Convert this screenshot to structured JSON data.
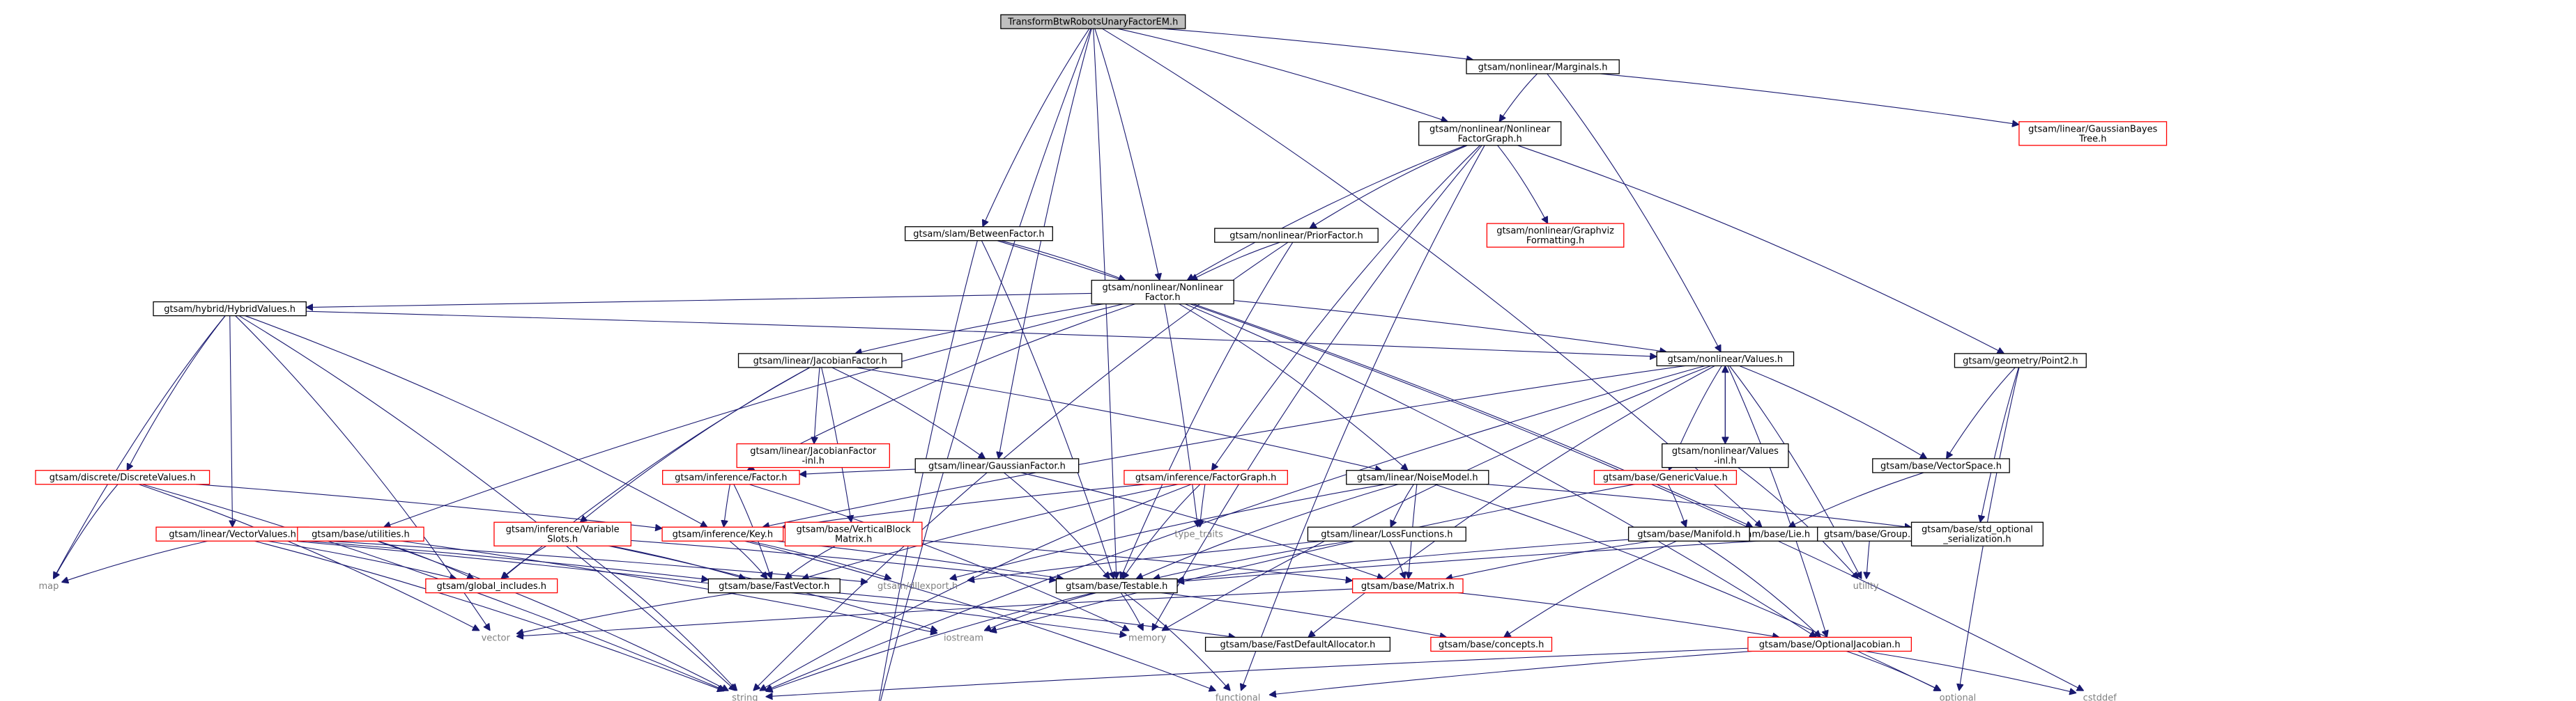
{
  "colors": {
    "edge": "#191970",
    "root_fill": "#bfbfbf",
    "missing_border": "#ff0000",
    "system_text": "#808080"
  },
  "nodes": {
    "root": {
      "lines": [
        "TransformBtwRobotsUnaryFactorEM.h"
      ],
      "kind": "root"
    },
    "ostream": {
      "lines": [
        "ostream"
      ],
      "kind": "system"
    },
    "marginals": {
      "lines": [
        "gtsam/nonlinear/Marginals.h"
      ],
      "kind": "normal"
    },
    "nlfg": {
      "lines": [
        "gtsam/nonlinear/Nonlinear",
        "FactorGraph.h"
      ],
      "kind": "normal"
    },
    "gbtree": {
      "lines": [
        "gtsam/linear/GaussianBayes",
        "Tree.h"
      ],
      "kind": "missing"
    },
    "between": {
      "lines": [
        "gtsam/slam/BetweenFactor.h"
      ],
      "kind": "normal"
    },
    "prior": {
      "lines": [
        "gtsam/nonlinear/PriorFactor.h"
      ],
      "kind": "normal"
    },
    "graphviz": {
      "lines": [
        "gtsam/nonlinear/Graphviz",
        "Formatting.h"
      ],
      "kind": "missing"
    },
    "nlfactor": {
      "lines": [
        "gtsam/nonlinear/Nonlinear",
        "Factor.h"
      ],
      "kind": "normal"
    },
    "hybrid": {
      "lines": [
        "gtsam/hybrid/HybridValues.h"
      ],
      "kind": "normal"
    },
    "values": {
      "lines": [
        "gtsam/nonlinear/Values.h"
      ],
      "kind": "normal"
    },
    "point2": {
      "lines": [
        "gtsam/geometry/Point2.h"
      ],
      "kind": "normal"
    },
    "jacobian": {
      "lines": [
        "gtsam/linear/JacobianFactor.h"
      ],
      "kind": "normal"
    },
    "jacobianinl": {
      "lines": [
        "gtsam/linear/JacobianFactor",
        "-inl.h"
      ],
      "kind": "missing"
    },
    "gaussian": {
      "lines": [
        "gtsam/linear/GaussianFactor.h"
      ],
      "kind": "normal"
    },
    "valuesinl": {
      "lines": [
        "gtsam/nonlinear/Values",
        "-inl.h"
      ],
      "kind": "normal"
    },
    "vectorspace": {
      "lines": [
        "gtsam/base/VectorSpace.h"
      ],
      "kind": "normal"
    },
    "discrete": {
      "lines": [
        "gtsam/discrete/DiscreteValues.h"
      ],
      "kind": "missing"
    },
    "factor": {
      "lines": [
        "gtsam/inference/Factor.h"
      ],
      "kind": "missing"
    },
    "factorgraph": {
      "lines": [
        "gtsam/inference/FactorGraph.h"
      ],
      "kind": "missing"
    },
    "noisemodel": {
      "lines": [
        "gtsam/linear/NoiseModel.h"
      ],
      "kind": "normal"
    },
    "genericvalue": {
      "lines": [
        "gtsam/base/GenericValue.h"
      ],
      "kind": "missing"
    },
    "lie": {
      "lines": [
        "gtsam/base/Lie.h"
      ],
      "kind": "normal"
    },
    "vectorvalues": {
      "lines": [
        "gtsam/linear/VectorValues.h"
      ],
      "kind": "missing"
    },
    "utilities": {
      "lines": [
        "gtsam/base/utilities.h"
      ],
      "kind": "missing"
    },
    "varslots": {
      "lines": [
        "gtsam/inference/Variable",
        "Slots.h"
      ],
      "kind": "missing"
    },
    "key": {
      "lines": [
        "gtsam/inference/Key.h"
      ],
      "kind": "missing"
    },
    "vblock": {
      "lines": [
        "gtsam/base/VerticalBlock",
        "Matrix.h"
      ],
      "kind": "missing"
    },
    "typetraits": {
      "lines": [
        "type_traits"
      ],
      "kind": "system"
    },
    "lossfn": {
      "lines": [
        "gtsam/linear/LossFunctions.h"
      ],
      "kind": "normal"
    },
    "manifold": {
      "lines": [
        "gtsam/base/Manifold.h"
      ],
      "kind": "normal"
    },
    "group": {
      "lines": [
        "gtsam/base/Group.h"
      ],
      "kind": "normal"
    },
    "stdopt": {
      "lines": [
        "gtsam/base/std_optional",
        "_serialization.h"
      ],
      "kind": "normal"
    },
    "map": {
      "lines": [
        "map"
      ],
      "kind": "system"
    },
    "globalinc": {
      "lines": [
        "gtsam/global_includes.h"
      ],
      "kind": "missing"
    },
    "fastvector": {
      "lines": [
        "gtsam/base/FastVector.h"
      ],
      "kind": "normal"
    },
    "dllexport": {
      "lines": [
        "gtsam/dllexport.h"
      ],
      "kind": "system"
    },
    "testable": {
      "lines": [
        "gtsam/base/Testable.h"
      ],
      "kind": "normal"
    },
    "matrix": {
      "lines": [
        "gtsam/base/Matrix.h"
      ],
      "kind": "missing"
    },
    "utility": {
      "lines": [
        "utility"
      ],
      "kind": "system"
    },
    "vector": {
      "lines": [
        "vector"
      ],
      "kind": "system"
    },
    "iostream": {
      "lines": [
        "iostream"
      ],
      "kind": "system"
    },
    "memory": {
      "lines": [
        "memory"
      ],
      "kind": "system"
    },
    "fastalloc": {
      "lines": [
        "gtsam/base/FastDefaultAllocator.h"
      ],
      "kind": "normal"
    },
    "concepts": {
      "lines": [
        "gtsam/base/concepts.h"
      ],
      "kind": "missing"
    },
    "optjac": {
      "lines": [
        "gtsam/base/OptionalJacobian.h"
      ],
      "kind": "missing"
    },
    "string": {
      "lines": [
        "string"
      ],
      "kind": "system"
    },
    "functional": {
      "lines": [
        "functional"
      ],
      "kind": "system"
    },
    "optional": {
      "lines": [
        "optional"
      ],
      "kind": "system"
    },
    "cstddef": {
      "lines": [
        "cstddef"
      ],
      "kind": "system"
    }
  },
  "edges": [
    [
      "root",
      "ostream"
    ],
    [
      "root",
      "marginals"
    ],
    [
      "root",
      "nlfg"
    ],
    [
      "root",
      "between"
    ],
    [
      "root",
      "nlfactor"
    ],
    [
      "root",
      "gaussian"
    ],
    [
      "root",
      "testable"
    ],
    [
      "root",
      "lie"
    ],
    [
      "marginals",
      "nlfg"
    ],
    [
      "marginals",
      "gbtree"
    ],
    [
      "marginals",
      "values"
    ],
    [
      "nlfg",
      "prior"
    ],
    [
      "nlfg",
      "graphviz"
    ],
    [
      "nlfg",
      "nlfactor"
    ],
    [
      "nlfg",
      "factorgraph"
    ],
    [
      "nlfg",
      "point2"
    ],
    [
      "nlfg",
      "memory"
    ],
    [
      "nlfg",
      "functional"
    ],
    [
      "between",
      "ostream"
    ],
    [
      "between",
      "nlfactor"
    ],
    [
      "between",
      "testable"
    ],
    [
      "between",
      "lie"
    ],
    [
      "prior",
      "nlfactor"
    ],
    [
      "prior",
      "testable"
    ],
    [
      "prior",
      "string"
    ],
    [
      "nlfactor",
      "hybrid"
    ],
    [
      "nlfactor",
      "values"
    ],
    [
      "nlfactor",
      "jacobian"
    ],
    [
      "nlfactor",
      "factor"
    ],
    [
      "nlfactor",
      "noisemodel"
    ],
    [
      "nlfactor",
      "utilities"
    ],
    [
      "nlfactor",
      "typetraits"
    ],
    [
      "nlfactor",
      "optjac"
    ],
    [
      "nlfactor",
      "cstddef"
    ],
    [
      "hybrid",
      "values"
    ],
    [
      "hybrid",
      "discrete"
    ],
    [
      "hybrid",
      "vectorvalues"
    ],
    [
      "hybrid",
      "key"
    ],
    [
      "hybrid",
      "map"
    ],
    [
      "hybrid",
      "vector"
    ],
    [
      "hybrid",
      "string"
    ],
    [
      "values",
      "valuesinl"
    ],
    [
      "values",
      "vectorspace"
    ],
    [
      "values",
      "genericvalue"
    ],
    [
      "values",
      "key"
    ],
    [
      "values",
      "string"
    ],
    [
      "values",
      "utility"
    ],
    [
      "values",
      "memory"
    ],
    [
      "values",
      "fastalloc"
    ],
    [
      "values",
      "optjac"
    ],
    [
      "valuesinl",
      "values"
    ],
    [
      "valuesinl",
      "utility"
    ],
    [
      "point2",
      "vectorspace"
    ],
    [
      "point2",
      "stdopt"
    ],
    [
      "point2",
      "optional"
    ],
    [
      "vectorspace",
      "lie"
    ],
    [
      "jacobian",
      "jacobianinl"
    ],
    [
      "jacobian",
      "gaussian"
    ],
    [
      "jacobian",
      "noisemodel"
    ],
    [
      "jacobian",
      "varslots"
    ],
    [
      "jacobian",
      "vblock"
    ],
    [
      "jacobian",
      "globalinc"
    ],
    [
      "gaussian",
      "factor"
    ],
    [
      "gaussian",
      "testable"
    ],
    [
      "gaussian",
      "matrix"
    ],
    [
      "factor",
      "key"
    ],
    [
      "factor",
      "fastvector"
    ],
    [
      "factor",
      "memory"
    ],
    [
      "factorgraph",
      "key"
    ],
    [
      "factorgraph",
      "fastvector"
    ],
    [
      "factorgraph",
      "testable"
    ],
    [
      "factorgraph",
      "typetraits"
    ],
    [
      "factorgraph",
      "string"
    ],
    [
      "noisemodel",
      "lossfn"
    ],
    [
      "noisemodel",
      "testable"
    ],
    [
      "noisemodel",
      "matrix"
    ],
    [
      "noisemodel",
      "dllexport"
    ],
    [
      "noisemodel",
      "stdopt"
    ],
    [
      "noisemodel",
      "optional"
    ],
    [
      "lossfn",
      "testable"
    ],
    [
      "lossfn",
      "matrix"
    ],
    [
      "lossfn",
      "dllexport"
    ],
    [
      "genericvalue",
      "manifold"
    ],
    [
      "genericvalue",
      "iostream"
    ],
    [
      "lie",
      "manifold"
    ],
    [
      "lie",
      "group"
    ],
    [
      "manifold",
      "matrix"
    ],
    [
      "manifold",
      "testable"
    ],
    [
      "manifold",
      "optjac"
    ],
    [
      "manifold",
      "concepts"
    ],
    [
      "group",
      "testable"
    ],
    [
      "group",
      "utility"
    ],
    [
      "discrete",
      "key"
    ],
    [
      "discrete",
      "map"
    ],
    [
      "discrete",
      "vector"
    ],
    [
      "discrete",
      "string"
    ],
    [
      "vectorvalues",
      "map"
    ],
    [
      "vectorvalues",
      "globalinc"
    ],
    [
      "vectorvalues",
      "fastvector"
    ],
    [
      "vectorvalues",
      "dllexport"
    ],
    [
      "vectorvalues",
      "string"
    ],
    [
      "vectorvalues",
      "memory"
    ],
    [
      "utilities",
      "globalinc"
    ],
    [
      "utilities",
      "string"
    ],
    [
      "utilities",
      "iostream"
    ],
    [
      "varslots",
      "globalinc"
    ],
    [
      "varslots",
      "fastvector"
    ],
    [
      "varslots",
      "testable"
    ],
    [
      "varslots",
      "string"
    ],
    [
      "varslots",
      "iostream"
    ],
    [
      "key",
      "fastvector"
    ],
    [
      "key",
      "testable"
    ],
    [
      "key",
      "dllexport"
    ],
    [
      "key",
      "functional"
    ],
    [
      "vblock",
      "matrix"
    ],
    [
      "vblock",
      "fastvector"
    ],
    [
      "fastvector",
      "fastalloc"
    ],
    [
      "fastvector",
      "vector"
    ],
    [
      "testable",
      "iostream"
    ],
    [
      "testable",
      "memory"
    ],
    [
      "testable",
      "string"
    ],
    [
      "testable",
      "functional"
    ],
    [
      "testable",
      "concepts"
    ],
    [
      "matrix",
      "optjac"
    ],
    [
      "matrix",
      "vector"
    ],
    [
      "optjac",
      "string"
    ],
    [
      "optjac",
      "functional"
    ],
    [
      "optjac",
      "optional"
    ],
    [
      "optjac",
      "cstddef"
    ]
  ]
}
